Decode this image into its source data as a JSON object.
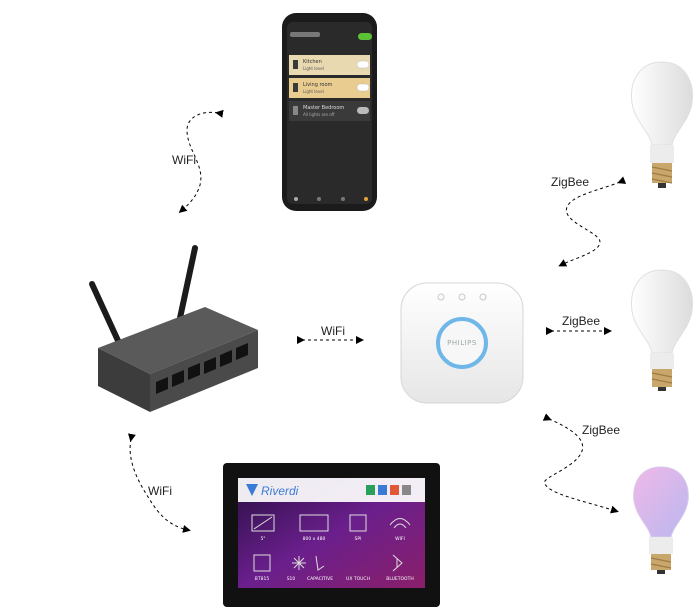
{
  "labels": {
    "wifi_phone": "WiFi",
    "wifi_bridge": "WiFi",
    "wifi_display": "WiFi",
    "zigbee_top": "ZigBee",
    "zigbee_middle": "ZigBee",
    "zigbee_bottom": "ZigBee"
  },
  "phone": {
    "rows": [
      {
        "name": "Kitchen",
        "sub": "Light level"
      },
      {
        "name": "Living room",
        "sub": "Light level"
      },
      {
        "name": "Master Bedroom",
        "sub": "All lights are off"
      }
    ]
  },
  "bridge": {
    "brand": "PHILIPS"
  },
  "display": {
    "brand": "Riverdi",
    "features_row1": [
      "5\"",
      "800 x 480",
      "SPI",
      "WIFI"
    ],
    "features_row2": [
      "BT815",
      "S10",
      "CAPACITIVE",
      "UX TOUCH",
      "BLUETOOTH"
    ]
  },
  "colors": {
    "router": "#4a4a4a",
    "bridge_ring": "#6fb7e8",
    "display_bg": "#5a1d7a",
    "bulb_white": "#f2f2f2",
    "bulb_color": "#c9b6e8"
  }
}
